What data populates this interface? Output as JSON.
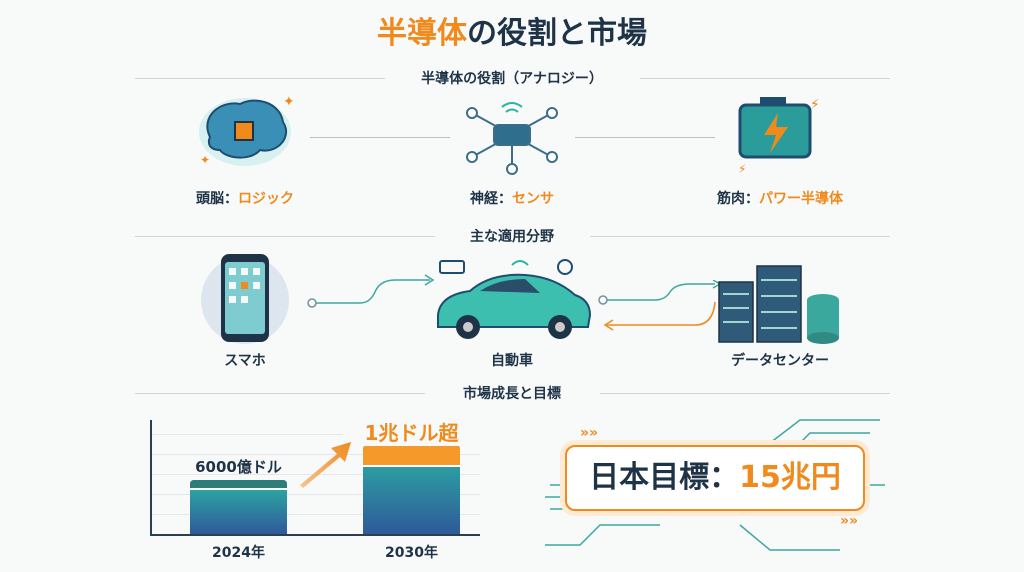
{
  "title": {
    "highlight": "半導体",
    "rest": "の役割と市場"
  },
  "sections": {
    "roles": "半導体の役割（アナロジー）",
    "applications": "主な適用分野",
    "market": "市場成長と目標"
  },
  "roles": [
    {
      "prefix": "頭脳：",
      "value": "ロジック",
      "icon": "brain-chip-icon"
    },
    {
      "prefix": "神経：",
      "value": "センサ",
      "icon": "sensor-network-icon"
    },
    {
      "prefix": "筋肉：",
      "value": "パワー半導体",
      "icon": "battery-icon"
    }
  ],
  "applications": [
    {
      "label": "スマホ",
      "icon": "smartphone-icon"
    },
    {
      "label": "自動車",
      "icon": "electric-car-icon"
    },
    {
      "label": "データセンター",
      "icon": "server-rack-icon"
    }
  ],
  "chart_data": {
    "type": "bar",
    "categories": [
      "2024年",
      "2030年"
    ],
    "values": [
      6000,
      10000
    ],
    "unit": "億ドル",
    "data_labels": [
      "6000億ドル",
      "1兆ドル超"
    ],
    "ylim": [
      0,
      12000
    ]
  },
  "target": {
    "prefix": "日本目標：",
    "value": "15兆円"
  },
  "colors": {
    "accent": "#f08a1c",
    "navy": "#1f3347",
    "teal": "#2bb3a3",
    "blue": "#2f5a9a"
  }
}
